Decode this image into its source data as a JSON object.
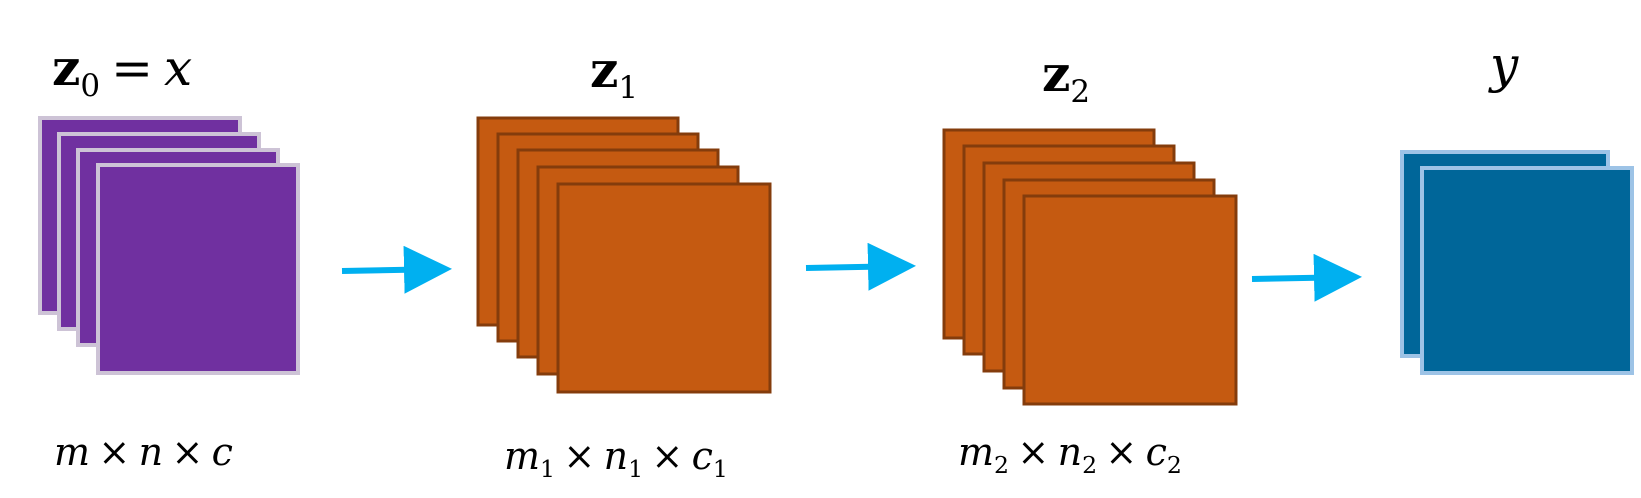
{
  "colors": {
    "input_fill": "#7030a0",
    "input_stroke": "#cdc3d6",
    "hidden_fill": "#c55a11",
    "hidden_stroke": "#843c0c",
    "output_fill": "#006699",
    "output_stroke": "#9dc3e6",
    "arrow": "#00b0f0"
  },
  "stages": [
    {
      "id": "input",
      "title": {
        "sym": "z",
        "sub": "0",
        "eq": "=",
        "rhs": "x"
      },
      "dims": {
        "a": "m",
        "a_sub": "",
        "b": "n",
        "b_sub": "",
        "c": "c",
        "c_sub": "",
        "times": "×"
      },
      "layers": 4
    },
    {
      "id": "hidden1",
      "title": {
        "sym": "z",
        "sub": "1",
        "eq": "",
        "rhs": ""
      },
      "dims": {
        "a": "m",
        "a_sub": "1",
        "b": "n",
        "b_sub": "1",
        "c": "c",
        "c_sub": "1",
        "times": "×"
      },
      "layers": 5
    },
    {
      "id": "hidden2",
      "title": {
        "sym": "z",
        "sub": "2",
        "eq": "",
        "rhs": ""
      },
      "dims": {
        "a": "m",
        "a_sub": "2",
        "b": "n",
        "b_sub": "2",
        "c": "c",
        "c_sub": "2",
        "times": "×"
      },
      "layers": 5
    },
    {
      "id": "output",
      "title": {
        "sym": "",
        "sub": "",
        "eq": "",
        "rhs": "y"
      },
      "layers": 2
    }
  ]
}
